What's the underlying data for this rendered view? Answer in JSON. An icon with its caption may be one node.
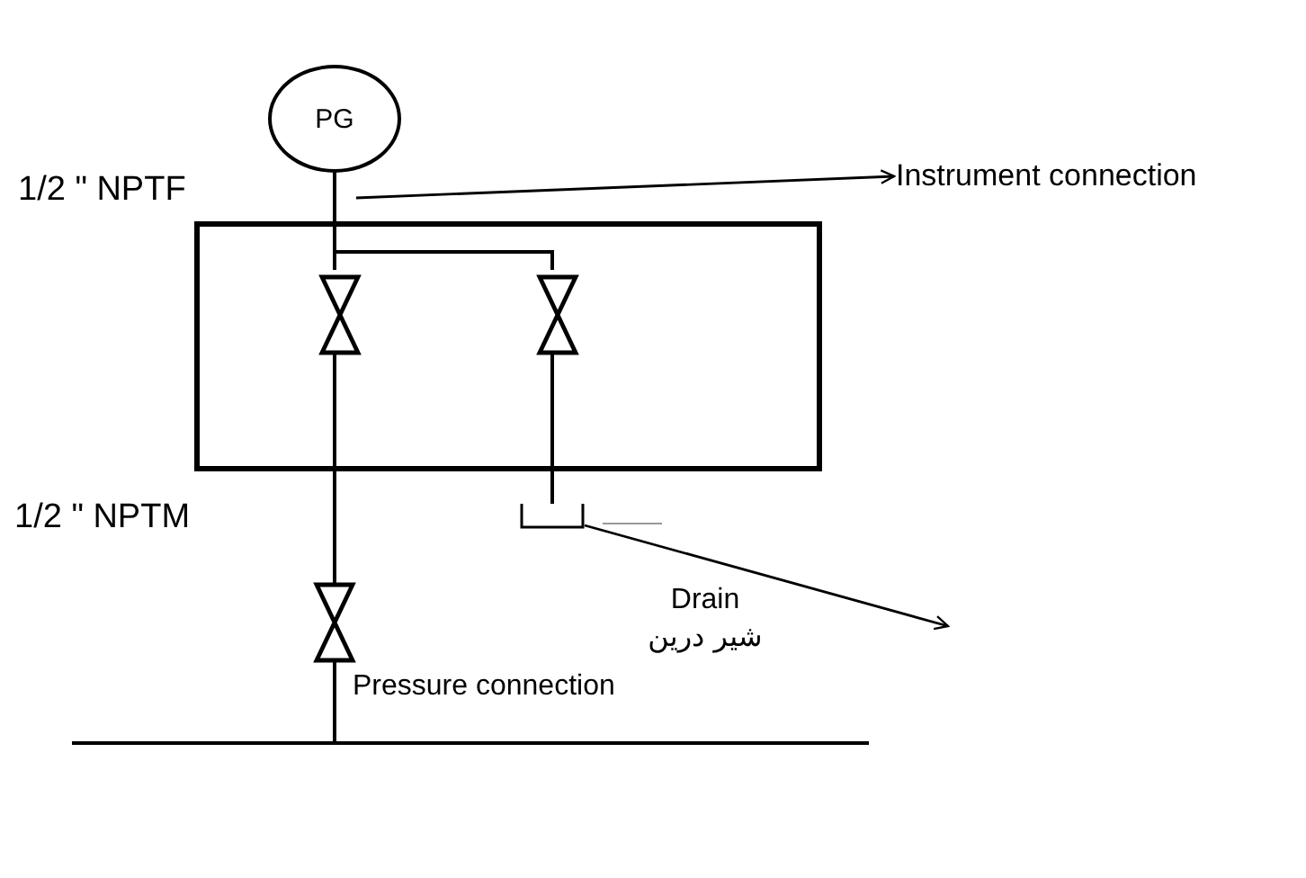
{
  "diagram": {
    "nodes": [
      {
        "text": [
          "PG"
        ]
      },
      {
        "text": [
          "Instrument connection"
        ]
      },
      {
        "text": [],
        "shape": "box"
      },
      {
        "text": [],
        "shape": "valve",
        "in": 2
      },
      {
        "text": [],
        "shape": "valve",
        "in": 2
      },
      {
        "text": [],
        "shape": "drain"
      },
      {
        "text": [],
        "shape": "valve"
      },
      {
        "text": [],
        "shape": "bar"
      }
    ],
    "edges": [
      {
        "from": 0,
        "to": 3,
        "arrow": "none"
      },
      {
        "from": 3,
        "to": 6,
        "arrow": "none"
      },
      {
        "from": 6,
        "to": 7,
        "arrow": "none"
      },
      {
        "from": 3,
        "to": 4,
        "arrow": "none"
      },
      {
        "from": 4,
        "to": 5,
        "arrow": "none"
      },
      {
        "from": null,
        "to": 1,
        "arrow": "to"
      },
      {
        "from": 5,
        "to": null,
        "arrow": "to"
      }
    ],
    "labels": [
      "1/2 \" NPTF",
      "1/2 \" NPTM",
      "Pressure connection",
      "Drain",
      "شیر درین"
    ]
  }
}
